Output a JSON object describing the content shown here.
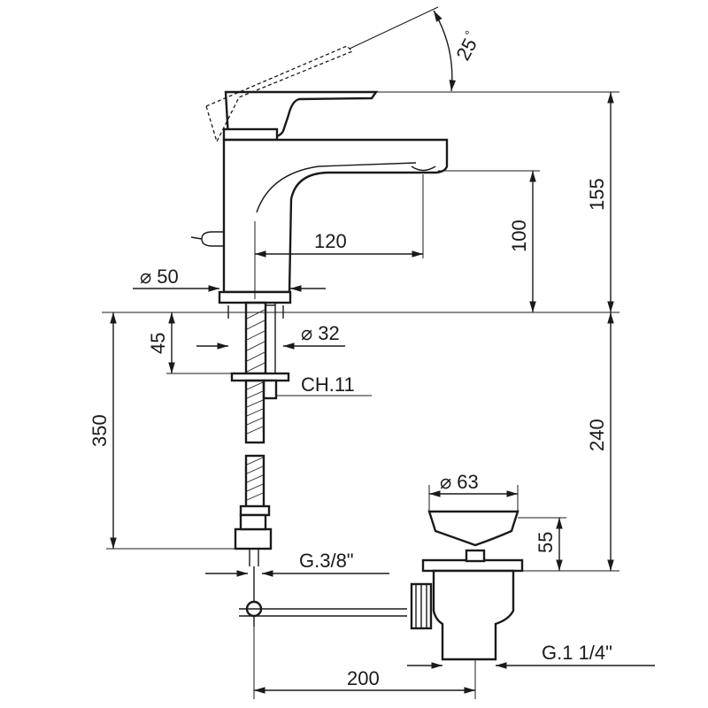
{
  "drawing": {
    "tilt_angle": "25",
    "tilt_unit": "°",
    "dim_height_total": "155",
    "dim_spout_height": "100",
    "dim_spout_reach": "120",
    "dim_base_diameter": "50",
    "dim_shank_diameter": "32",
    "dim_shank_length": "45",
    "dim_hex_nut": "CH.11",
    "dim_hose_length": "350",
    "dim_under_counter": "240",
    "dim_waste_diameter": "63",
    "dim_waste_height": "55",
    "dim_hose_thread": "G.3/8\"",
    "dim_waste_thread": "G.1 1/4\"",
    "dim_rod_length": "200",
    "diameter_symbol": "⌀"
  }
}
